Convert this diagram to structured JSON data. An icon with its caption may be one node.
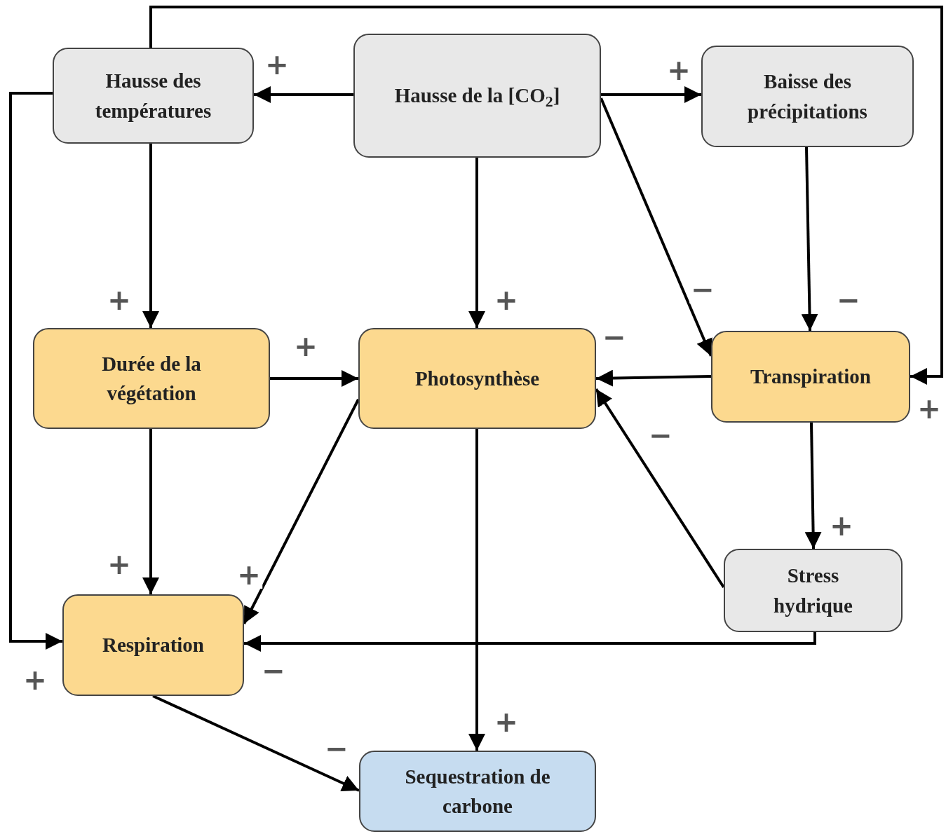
{
  "diagram": {
    "nodes": [
      {
        "text": [
          "Hausse des températures"
        ]
      },
      {
        "text": [
          "Hausse de la [CO$_{2}$]"
        ]
      },
      {
        "text": [
          "Baisse des précipitations"
        ]
      },
      {
        "text": [
          "Durée de la végétation"
        ]
      },
      {
        "text": [
          "Photosynthèse"
        ]
      },
      {
        "text": [
          "Transpiration"
        ]
      },
      {
        "text": [
          "Stress hydrique"
        ]
      },
      {
        "text": [
          "Respiration"
        ]
      },
      {
        "text": [
          "Sequestration de carbone"
        ]
      }
    ],
    "edges": [
      {
        "from": 1,
        "to": 0,
        "arrow": "to",
        "label": "+"
      },
      {
        "from": 1,
        "to": 2,
        "arrow": "to",
        "label": "+"
      },
      {
        "from": 0,
        "to": 3,
        "arrow": "to",
        "label": "+"
      },
      {
        "from": 1,
        "to": 4,
        "arrow": "to",
        "label": "+"
      },
      {
        "from": 1,
        "to": 5,
        "arrow": "to",
        "label": "−"
      },
      {
        "from": 2,
        "to": 5,
        "arrow": "to",
        "label": "−"
      },
      {
        "from": 3,
        "to": 4,
        "arrow": "to",
        "label": "+"
      },
      {
        "from": 5,
        "to": 4,
        "arrow": "to",
        "label": "−"
      },
      {
        "from": 6,
        "to": 4,
        "arrow": "to",
        "label": "−"
      },
      {
        "from": 5,
        "to": 6,
        "arrow": "to",
        "label": "+"
      },
      {
        "from": 3,
        "to": 7,
        "arrow": "to",
        "label": "+"
      },
      {
        "from": 4,
        "to": 7,
        "arrow": "to",
        "label": "+"
      },
      {
        "from": 0,
        "to": 7,
        "arrow": "to",
        "label": "+"
      },
      {
        "from": 6,
        "to": 7,
        "arrow": "to",
        "label": "−"
      },
      {
        "from": 4,
        "to": 8,
        "arrow": "to",
        "label": "+"
      },
      {
        "from": 7,
        "to": 8,
        "arrow": "to",
        "label": "−"
      },
      {
        "from": 0,
        "to": 5,
        "arrow": "to",
        "label": "+"
      }
    ]
  }
}
